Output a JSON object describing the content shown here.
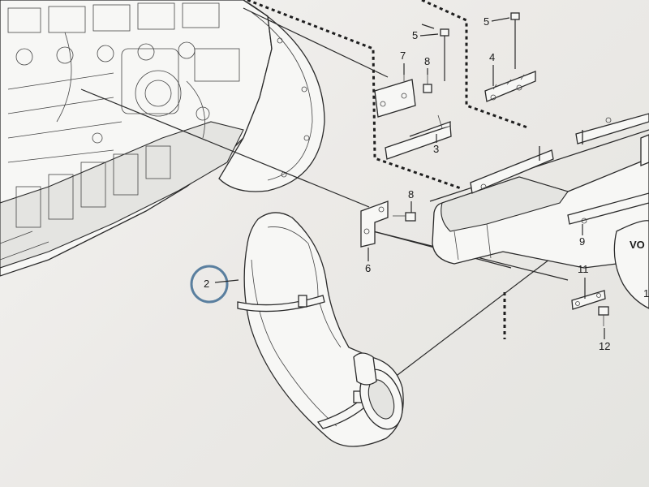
{
  "diagram": {
    "highlighted_callout": "2",
    "highlight_color": "#5a7f9f",
    "callouts": [
      "1",
      "2",
      "3",
      "4",
      "5",
      "5",
      "6",
      "7",
      "8",
      "8",
      "9",
      "11",
      "12"
    ],
    "badge_text_fragment": "VO"
  }
}
